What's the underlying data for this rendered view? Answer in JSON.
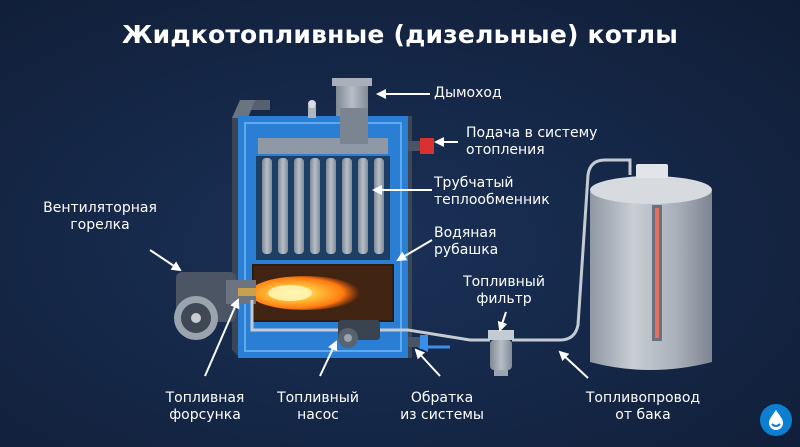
{
  "title": "Жидкотопливные (дизельные) котлы",
  "labels": {
    "chimney": "Дымоход",
    "supply": [
      "Подача в систему",
      "отопления"
    ],
    "heat_exchanger": [
      "Трубчатый",
      "теплообменник"
    ],
    "water_jacket": [
      "Водяная",
      "рубашка"
    ],
    "fuel_filter": [
      "Топливный",
      "фильтр"
    ],
    "fan_burner": [
      "Вентиляторная",
      "горелка"
    ],
    "nozzle": [
      "Топливная",
      "форсунка"
    ],
    "pump": [
      "Топливный",
      "насос"
    ],
    "return": [
      "Обратка",
      "из системы"
    ],
    "fuel_line": [
      "Топливопровод",
      "от бака"
    ]
  },
  "colors": {
    "background": "#142544",
    "water": "#2a7fd4",
    "supply_arrow": "#d93030",
    "return_arrow": "#3a8ee8",
    "flame": "#ff9a1a"
  },
  "icons": {
    "logo": "water-drop-logo-icon"
  }
}
